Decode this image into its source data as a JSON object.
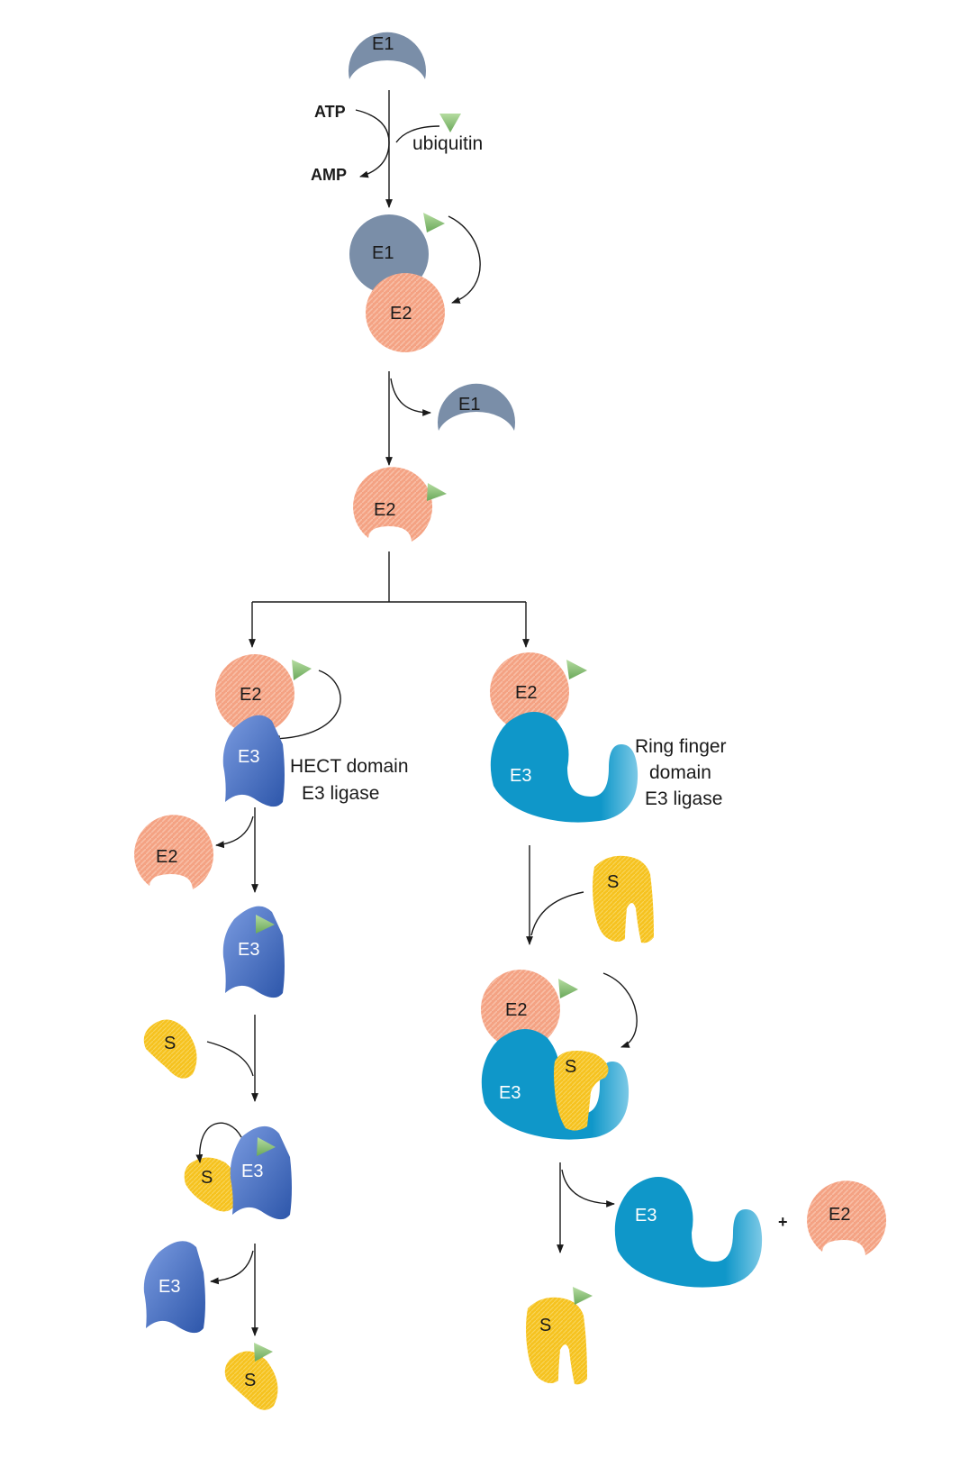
{
  "labels": {
    "e1": "E1",
    "e2": "E2",
    "e3": "E3",
    "s": "S",
    "atp": "ATP",
    "amp": "AMP",
    "ubiquitin": "ubiquitin",
    "plus": "+"
  },
  "captions": {
    "hect_line1": "HECT domain",
    "hect_line2": "E3 ligase",
    "ring_line1": "Ring finger",
    "ring_line2": "domain",
    "ring_line3": "E3 ligase"
  },
  "colors": {
    "e1": "#7a8ea8",
    "e2": "#f4a283",
    "e3_hect": "#3f6cc0",
    "e3_ring": "#0f97c9",
    "substrate": "#f6c21e",
    "ubiquitin": "#8fc07a"
  }
}
